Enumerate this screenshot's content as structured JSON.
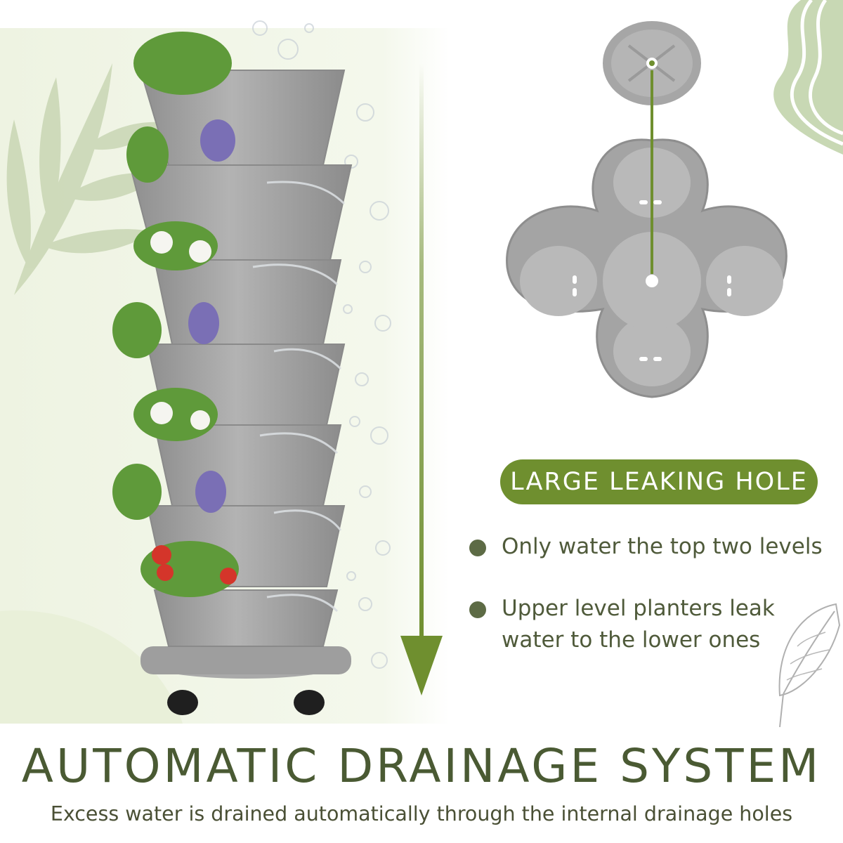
{
  "callout": {
    "label": "LARGE LEAKING HOLE"
  },
  "bullets": [
    "Only water the top two levels",
    "Upper level planters leak water to the lower ones"
  ],
  "headline": "AUTOMATIC DRAINAGE SYSTEM",
  "subheadline": "Excess water is drained automatically through the internal drainage holes",
  "colors": {
    "accent_green": "#6f8f2f",
    "headline_green": "#4a5a33",
    "planter_grey": "#9a9a9a",
    "background_mint": "#e8f0da"
  },
  "icons": [
    "leaf-decoration",
    "wave-decoration",
    "down-arrow-icon",
    "bullet-dot-icon"
  ]
}
